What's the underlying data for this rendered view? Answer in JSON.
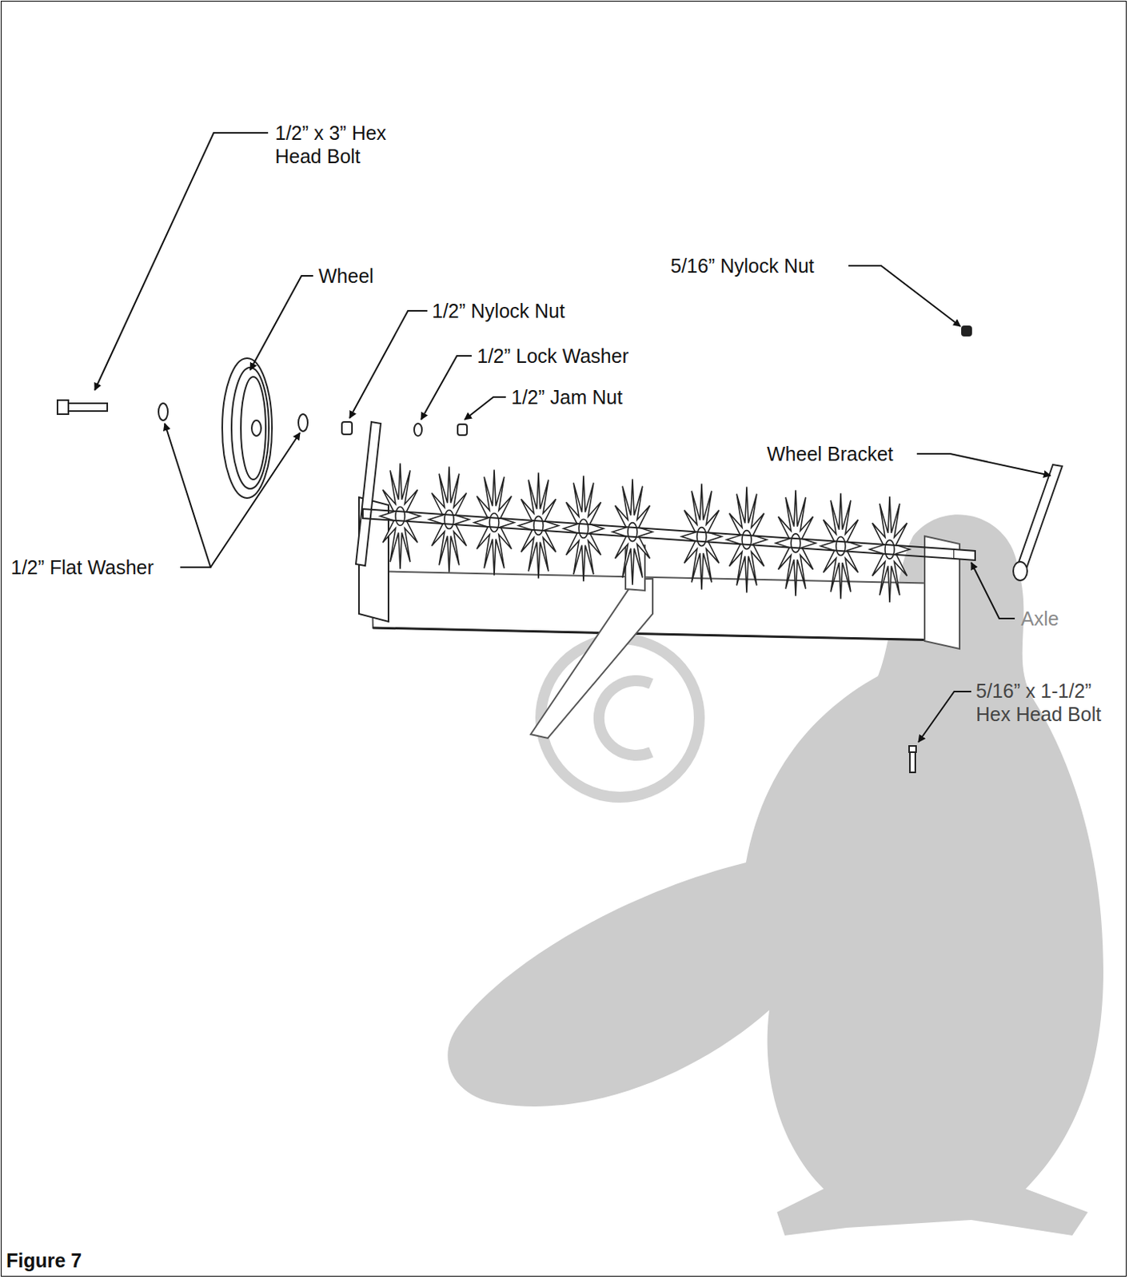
{
  "diagram": {
    "caption": "Figure 7",
    "labels": [
      "1/2” x 3” Hex Head Bolt",
      "Wheel",
      "1/2” Nylock Nut",
      "1/2” Lock Washer",
      "1/2” Jam Nut",
      "5/16” Nylock Nut",
      "Wheel Bracket",
      "1/2” Flat Washer",
      "Axle",
      "5/16” x 1-1/2” Hex Head Bolt"
    ]
  }
}
